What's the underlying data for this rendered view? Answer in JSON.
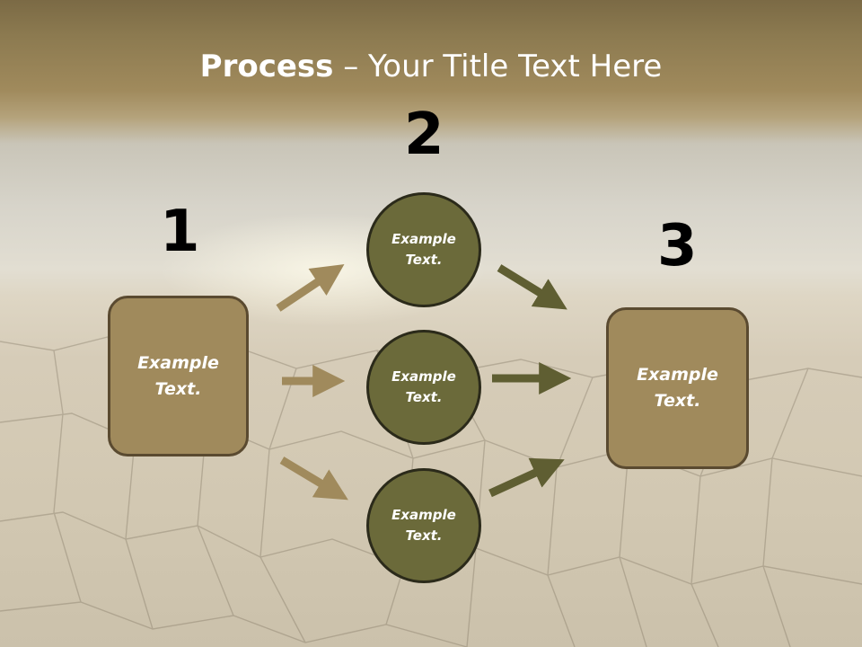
{
  "slide": {
    "title_bold": "Process",
    "title_sep": " – ",
    "title_rest": "Your Title Text Here"
  },
  "steps": [
    {
      "number": "1",
      "text": "Example Text."
    },
    {
      "number": "2",
      "circles": [
        {
          "text": "Example Text."
        },
        {
          "text": "Example Text."
        },
        {
          "text": "Example Text."
        }
      ]
    },
    {
      "number": "3",
      "text": "Example Text."
    }
  ],
  "colors": {
    "box_fill": "#a08a5c",
    "circle_fill": "#6b6a3a",
    "arrow_tan": "#a08a5c",
    "arrow_olive": "#5f5e32",
    "text": "#ffffff"
  }
}
